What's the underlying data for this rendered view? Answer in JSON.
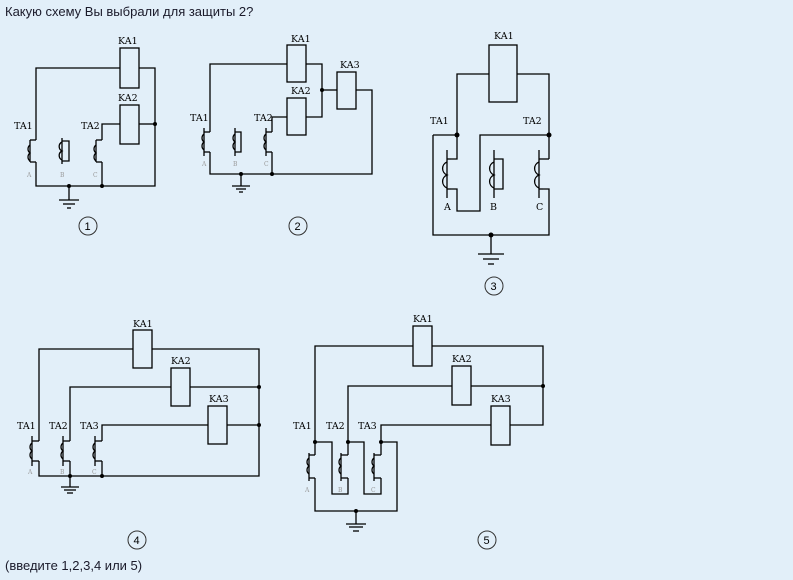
{
  "question": "Какую схему Вы выбрали для защиты 2?",
  "hint": "(введите 1,2,3,4 или 5)",
  "schemes": [
    {
      "number": "1",
      "relays": [
        "KA1",
        "KA2"
      ],
      "transformers": [
        "TA1",
        "TA2"
      ],
      "phases": [
        "A",
        "B",
        "C"
      ]
    },
    {
      "number": "2",
      "relays": [
        "KA1",
        "KA2",
        "KA3"
      ],
      "transformers": [
        "TA1",
        "TA2"
      ],
      "phases": [
        "A",
        "B",
        "C"
      ]
    },
    {
      "number": "3",
      "relays": [
        "KA1"
      ],
      "transformers": [
        "TA1",
        "TA2"
      ],
      "phases": [
        "A",
        "B",
        "C"
      ]
    },
    {
      "number": "4",
      "relays": [
        "KA1",
        "KA2",
        "KA3"
      ],
      "transformers": [
        "TA1",
        "TA2",
        "TA3"
      ],
      "phases": [
        "A",
        "B",
        "C"
      ]
    },
    {
      "number": "5",
      "relays": [
        "KA1",
        "KA2",
        "KA3"
      ],
      "transformers": [
        "TA1",
        "TA2",
        "TA3"
      ],
      "phases": [
        "A",
        "B",
        "C"
      ]
    }
  ]
}
